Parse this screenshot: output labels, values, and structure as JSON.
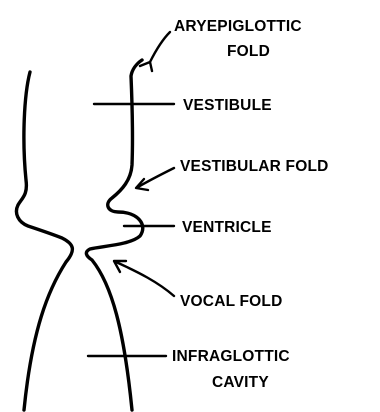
{
  "labels": {
    "aryepiglottic_fold_line1": "ARYEPIGLOTTIC",
    "aryepiglottic_fold_line2": "FOLD",
    "vestibule": "VESTIBULE",
    "vestibular_fold": "VESTIBULAR FOLD",
    "ventricle": "VENTRICLE",
    "vocal_fold": "VOCAL FOLD",
    "infraglottic_cavity_line1": "INFRAGLOTTIC",
    "infraglottic_cavity_line2": "CAVITY"
  },
  "colors": {
    "ink": "#000000",
    "background": "#ffffff"
  }
}
